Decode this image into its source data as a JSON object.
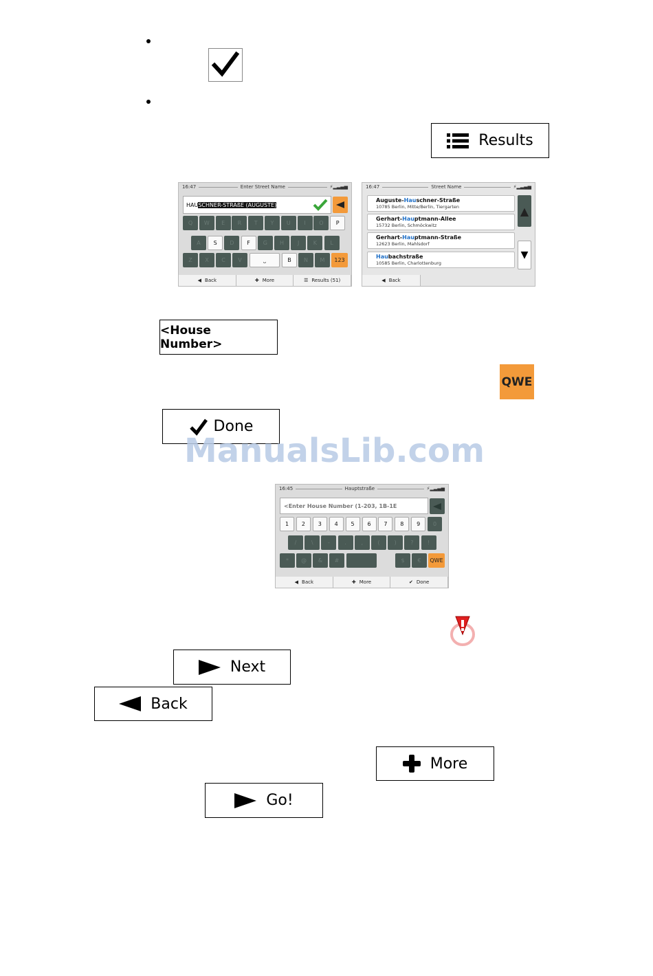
{
  "buttons": {
    "results": "Results",
    "house_number": "<House Number>",
    "qwe": "QWE",
    "done": "Done",
    "next": "Next",
    "back": "Back",
    "more": "More",
    "go": "Go!"
  },
  "watermark": "ManualsLib.com",
  "screen1": {
    "time": "16:47",
    "title": "Enter Street Name",
    "input_prefix": "HAU",
    "input_suggestion": "SCHNER-STRAßE (AUGUSTE)",
    "row1": [
      "Q",
      "W",
      "E",
      "R",
      "T",
      "Y",
      "U",
      "I",
      "O",
      "P"
    ],
    "row2": [
      "A",
      "S",
      "D",
      "F",
      "G",
      "H",
      "J",
      "K",
      "L"
    ],
    "row3": [
      "Z",
      "X",
      "C",
      "V",
      "B",
      "N",
      "M"
    ],
    "space": "⎵",
    "numkey": "123",
    "bottom": {
      "back": "Back",
      "more": "More",
      "results": "Results (51)"
    }
  },
  "screen2": {
    "time": "16:47",
    "title": "Street Name",
    "results": [
      {
        "pre": "Auguste-",
        "hl": "Hau",
        "post": "schner-Straße",
        "sub": "10785 Berlin, Mitte/Berlin, Tiergarten"
      },
      {
        "pre": "Gerhart-",
        "hl": "Hau",
        "post": "ptmann-Allee",
        "sub": "15732 Berlin, Schmöckwitz"
      },
      {
        "pre": "Gerhart-",
        "hl": "Hau",
        "post": "ptmann-Straße",
        "sub": "12623 Berlin, Mahlsdorf"
      },
      {
        "pre": "",
        "hl": "Hau",
        "post": "bachstraße",
        "sub": "10585 Berlin, Charlottenburg"
      }
    ],
    "bottom": {
      "back": "Back"
    }
  },
  "screen3": {
    "time": "16:45",
    "title": "Hauptstraße",
    "placeholder": "<Enter House Number (1-203, 1B-1E",
    "digits": [
      "1",
      "2",
      "3",
      "4",
      "5",
      "6",
      "7",
      "8",
      "9",
      "0"
    ],
    "row2": [
      "/",
      "\\",
      "-",
      ".",
      ",",
      "(",
      ")",
      "?",
      "!"
    ],
    "row3": [
      "*",
      "@",
      "&",
      "#",
      "$",
      "€"
    ],
    "qwe": "QWE",
    "bottom": {
      "back": "Back",
      "more": "More",
      "done": "Done"
    }
  }
}
